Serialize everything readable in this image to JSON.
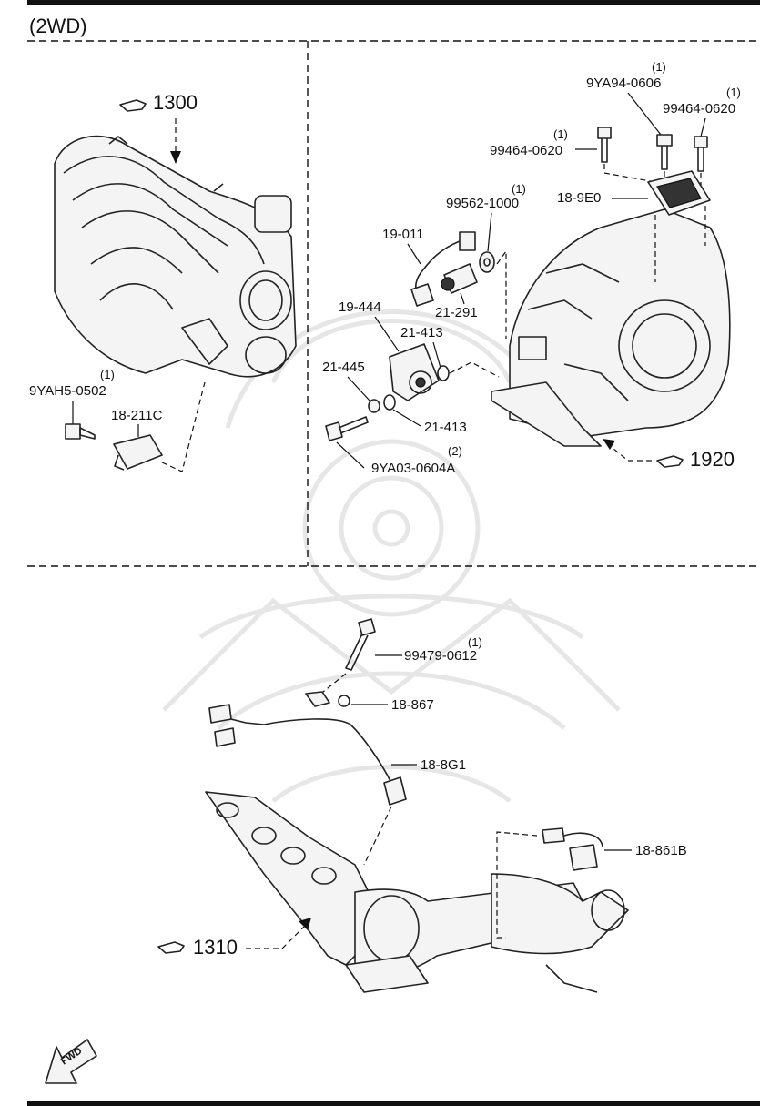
{
  "header": {
    "title": "(2WD)"
  },
  "refs": {
    "engine": "1300",
    "transaxle": "1920",
    "exhaust": "1310"
  },
  "parts": {
    "p_9ya94_0606": {
      "code": "9YA94-0606",
      "qty": "(1)"
    },
    "p_99464_0620_right": {
      "code": "99464-0620",
      "qty": "(1)"
    },
    "p_99464_0620_left": {
      "code": "99464-0620",
      "qty": "(1)"
    },
    "p_18_9e0": {
      "code": "18-9E0"
    },
    "p_99562_1000": {
      "code": "99562-1000",
      "qty": "(1)"
    },
    "p_19_011": {
      "code": "19-011"
    },
    "p_21_291": {
      "code": "21-291"
    },
    "p_19_444": {
      "code": "19-444"
    },
    "p_21_413_top": {
      "code": "21-413"
    },
    "p_21_445": {
      "code": "21-445"
    },
    "p_21_413_bottom": {
      "code": "21-413"
    },
    "p_9ya03_0604a": {
      "code": "9YA03-0604A",
      "qty": "(2)"
    },
    "p_9yah5_0502": {
      "code": "9YAH5-0502",
      "qty": "(1)"
    },
    "p_18_211c": {
      "code": "18-211C"
    },
    "p_99479_0612": {
      "code": "99479-0612",
      "qty": "(1)"
    },
    "p_18_867": {
      "code": "18-867"
    },
    "p_18_8g1": {
      "code": "18-8G1"
    },
    "p_18_861b": {
      "code": "18-861B"
    }
  },
  "fwd": {
    "label": "FWD"
  },
  "icons": {
    "ref_pointer": "pointing-hand-icon",
    "direction": "fwd-arrow-icon"
  }
}
